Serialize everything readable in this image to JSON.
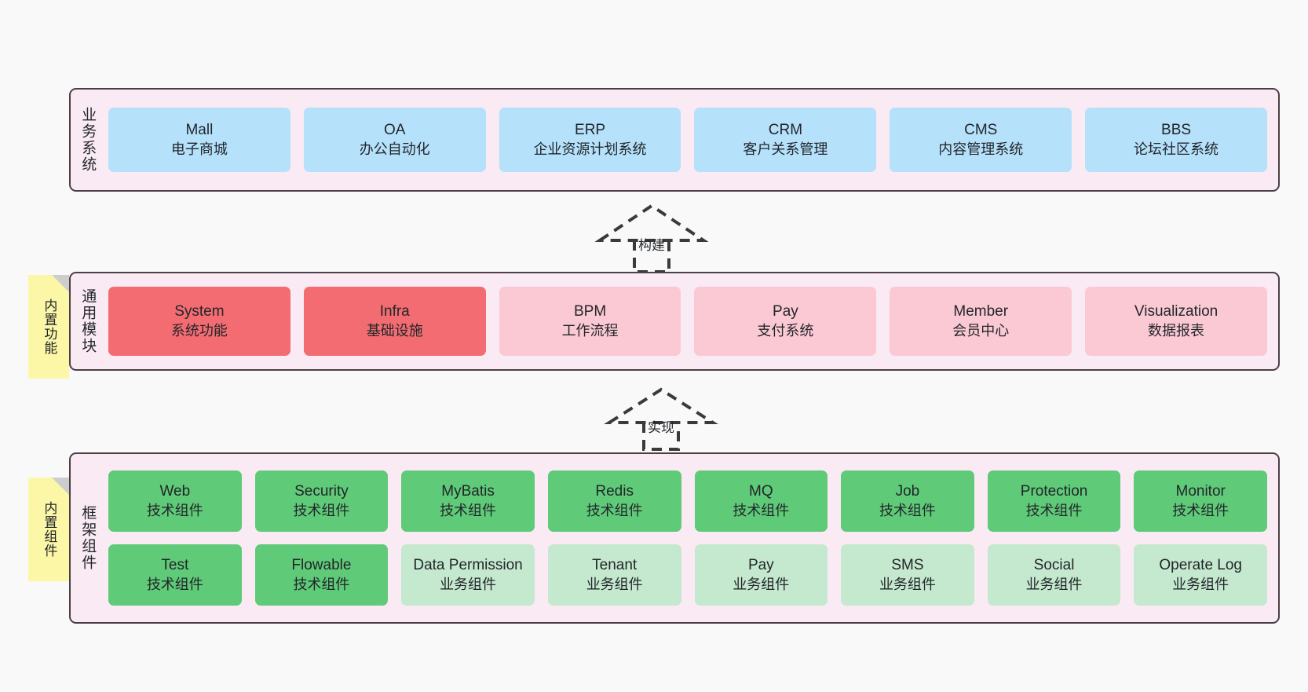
{
  "canvas": {
    "background": "#f9f9f9",
    "container_fill": "#f9eaf4",
    "container_stroke": "#4b3f46"
  },
  "palette": {
    "blue": "#b5e1fb",
    "red": "#f26c71",
    "pink": "#fbc9d4",
    "green": "#5fca78",
    "green_light": "#c4e9ce",
    "note_yellow": "#fbf7a6",
    "note_fold": "#cdcdcd"
  },
  "layers": [
    {
      "id": "business-systems",
      "title": "业务系统",
      "rows": [
        [
          {
            "en": "Mall",
            "cn": "电子商城",
            "style": "c-blue"
          },
          {
            "en": "OA",
            "cn": "办公自动化",
            "style": "c-blue"
          },
          {
            "en": "ERP",
            "cn": "企业资源计划系统",
            "style": "c-blue"
          },
          {
            "en": "CRM",
            "cn": "客户关系管理",
            "style": "c-blue"
          },
          {
            "en": "CMS",
            "cn": "内容管理系统",
            "style": "c-blue"
          },
          {
            "en": "BBS",
            "cn": "论坛社区系统",
            "style": "c-blue"
          }
        ]
      ]
    },
    {
      "id": "common-modules",
      "title": "通用模块",
      "note": "内置功能",
      "rows": [
        [
          {
            "en": "System",
            "cn": "系统功能",
            "style": "c-red"
          },
          {
            "en": "Infra",
            "cn": "基础设施",
            "style": "c-red"
          },
          {
            "en": "BPM",
            "cn": "工作流程",
            "style": "c-pink"
          },
          {
            "en": "Pay",
            "cn": "支付系统",
            "style": "c-pink"
          },
          {
            "en": "Member",
            "cn": "会员中心",
            "style": "c-pink"
          },
          {
            "en": "Visualization",
            "cn": "数据报表",
            "style": "c-pink"
          }
        ]
      ]
    },
    {
      "id": "framework-components",
      "title": "框架组件",
      "note": "内置组件",
      "rows": [
        [
          {
            "en": "Web",
            "cn": "技术组件",
            "style": "c-green"
          },
          {
            "en": "Security",
            "cn": "技术组件",
            "style": "c-green"
          },
          {
            "en": "MyBatis",
            "cn": "技术组件",
            "style": "c-green"
          },
          {
            "en": "Redis",
            "cn": "技术组件",
            "style": "c-green"
          },
          {
            "en": "MQ",
            "cn": "技术组件",
            "style": "c-green"
          },
          {
            "en": "Job",
            "cn": "技术组件",
            "style": "c-green"
          },
          {
            "en": "Protection",
            "cn": "技术组件",
            "style": "c-green"
          },
          {
            "en": "Monitor",
            "cn": "技术组件",
            "style": "c-green"
          }
        ],
        [
          {
            "en": "Test",
            "cn": "技术组件",
            "style": "c-green"
          },
          {
            "en": "Flowable",
            "cn": "技术组件",
            "style": "c-green"
          },
          {
            "en": "Data Permission",
            "cn": "业务组件",
            "style": "c-greenlite"
          },
          {
            "en": "Tenant",
            "cn": "业务组件",
            "style": "c-greenlite"
          },
          {
            "en": "Pay",
            "cn": "业务组件",
            "style": "c-greenlite"
          },
          {
            "en": "SMS",
            "cn": "业务组件",
            "style": "c-greenlite"
          },
          {
            "en": "Social",
            "cn": "业务组件",
            "style": "c-greenlite"
          },
          {
            "en": "Operate Log",
            "cn": "业务组件",
            "style": "c-greenlite"
          }
        ]
      ]
    }
  ],
  "arrows": [
    {
      "id": "arrow-build",
      "label": "构建"
    },
    {
      "id": "arrow-implement",
      "label": "实现"
    }
  ]
}
